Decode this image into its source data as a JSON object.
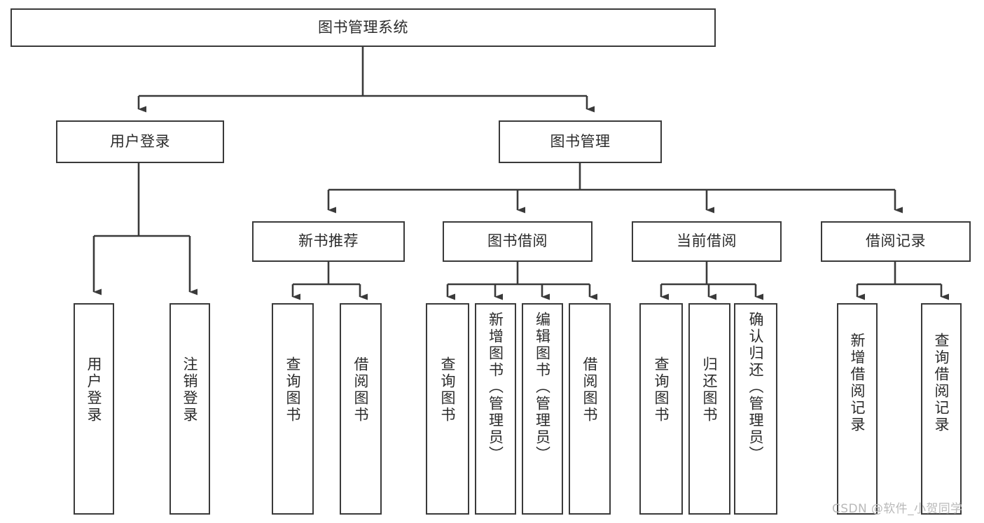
{
  "diagram": {
    "type": "tree-hierarchy-chart",
    "title": "图书管理系统",
    "line_color": "#3a3a3a",
    "text_color": "#2b2b2b",
    "background": "#ffffff",
    "root": {
      "id": "root",
      "label": "图书管理系统",
      "orientation": "horizontal"
    },
    "level1": [
      {
        "id": "user-login",
        "label": "用户登录",
        "orientation": "horizontal"
      },
      {
        "id": "book-management",
        "label": "图书管理",
        "orientation": "horizontal"
      }
    ],
    "level2": [
      {
        "id": "new-book-recommend",
        "label": "新书推荐",
        "orientation": "horizontal",
        "parent": "book-management"
      },
      {
        "id": "book-borrow",
        "label": "图书借阅",
        "orientation": "horizontal",
        "parent": "book-management"
      },
      {
        "id": "current-borrow",
        "label": "当前借阅",
        "orientation": "horizontal",
        "parent": "book-management"
      },
      {
        "id": "borrow-record",
        "label": "借阅记录",
        "orientation": "horizontal",
        "parent": "book-management"
      }
    ],
    "leaves": [
      {
        "id": "leaf-user-login",
        "label": "用户登录",
        "orientation": "vertical",
        "parent": "user-login"
      },
      {
        "id": "leaf-logout-login",
        "label": "注销登录",
        "orientation": "vertical",
        "parent": "user-login"
      },
      {
        "id": "leaf-query-book-1",
        "label": "查询图书",
        "orientation": "vertical",
        "parent": "new-book-recommend"
      },
      {
        "id": "leaf-borrow-book-1",
        "label": "借阅图书",
        "orientation": "vertical",
        "parent": "new-book-recommend"
      },
      {
        "id": "leaf-query-book-2",
        "label": "查询图书",
        "orientation": "vertical",
        "parent": "book-borrow"
      },
      {
        "id": "leaf-add-book",
        "label": "新增图书（管理员）",
        "orientation": "vertical",
        "parent": "book-borrow"
      },
      {
        "id": "leaf-edit-book",
        "label": "编辑图书（管理员）",
        "orientation": "vertical",
        "parent": "book-borrow"
      },
      {
        "id": "leaf-borrow-book-2",
        "label": "借阅图书",
        "orientation": "vertical",
        "parent": "book-borrow"
      },
      {
        "id": "leaf-query-book-3",
        "label": "查询图书",
        "orientation": "vertical",
        "parent": "current-borrow"
      },
      {
        "id": "leaf-return-book",
        "label": "归还图书",
        "orientation": "vertical",
        "parent": "current-borrow"
      },
      {
        "id": "leaf-confirm-return",
        "label": "确认归还（管理员）",
        "orientation": "vertical",
        "parent": "current-borrow"
      },
      {
        "id": "leaf-add-record",
        "label": "新增借阅记录",
        "orientation": "vertical",
        "parent": "borrow-record"
      },
      {
        "id": "leaf-query-record",
        "label": "查询借阅记录",
        "orientation": "vertical",
        "parent": "borrow-record"
      }
    ]
  },
  "watermark": {
    "text": "CSDN @软件_小贺同学",
    "color": "#b9b9b9"
  }
}
